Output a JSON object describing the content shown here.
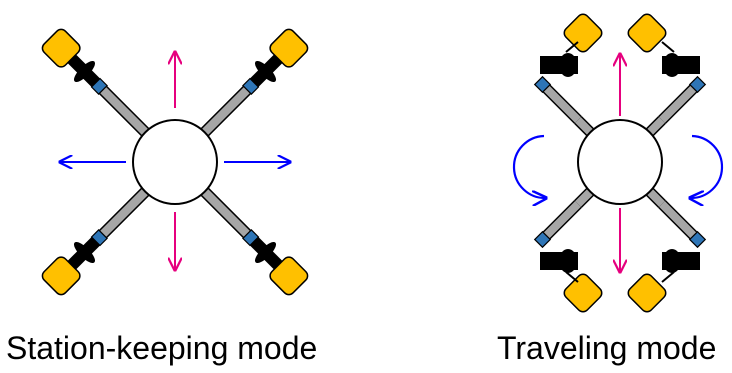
{
  "captions": {
    "station_keeping": "Station-keeping mode",
    "traveling": "Traveling mode"
  },
  "colors": {
    "arm_fill": "#a6a6a6",
    "joint_fill": "#2e75b6",
    "motor_fill": "#000000",
    "pad_fill": "#ffc000",
    "hub_fill": "#ffffff",
    "vertical_arrow": "#e6007e",
    "horizontal_arrow": "#0000ff",
    "outline": "#000000"
  },
  "icons": {
    "arm": "gray-arm-segment",
    "joint": "blue-joint",
    "actuator": "black-actuator",
    "pad": "yellow-pad",
    "hub": "white-hub",
    "arrow": "motion-arrow",
    "rotation": "rotation-arrow"
  }
}
